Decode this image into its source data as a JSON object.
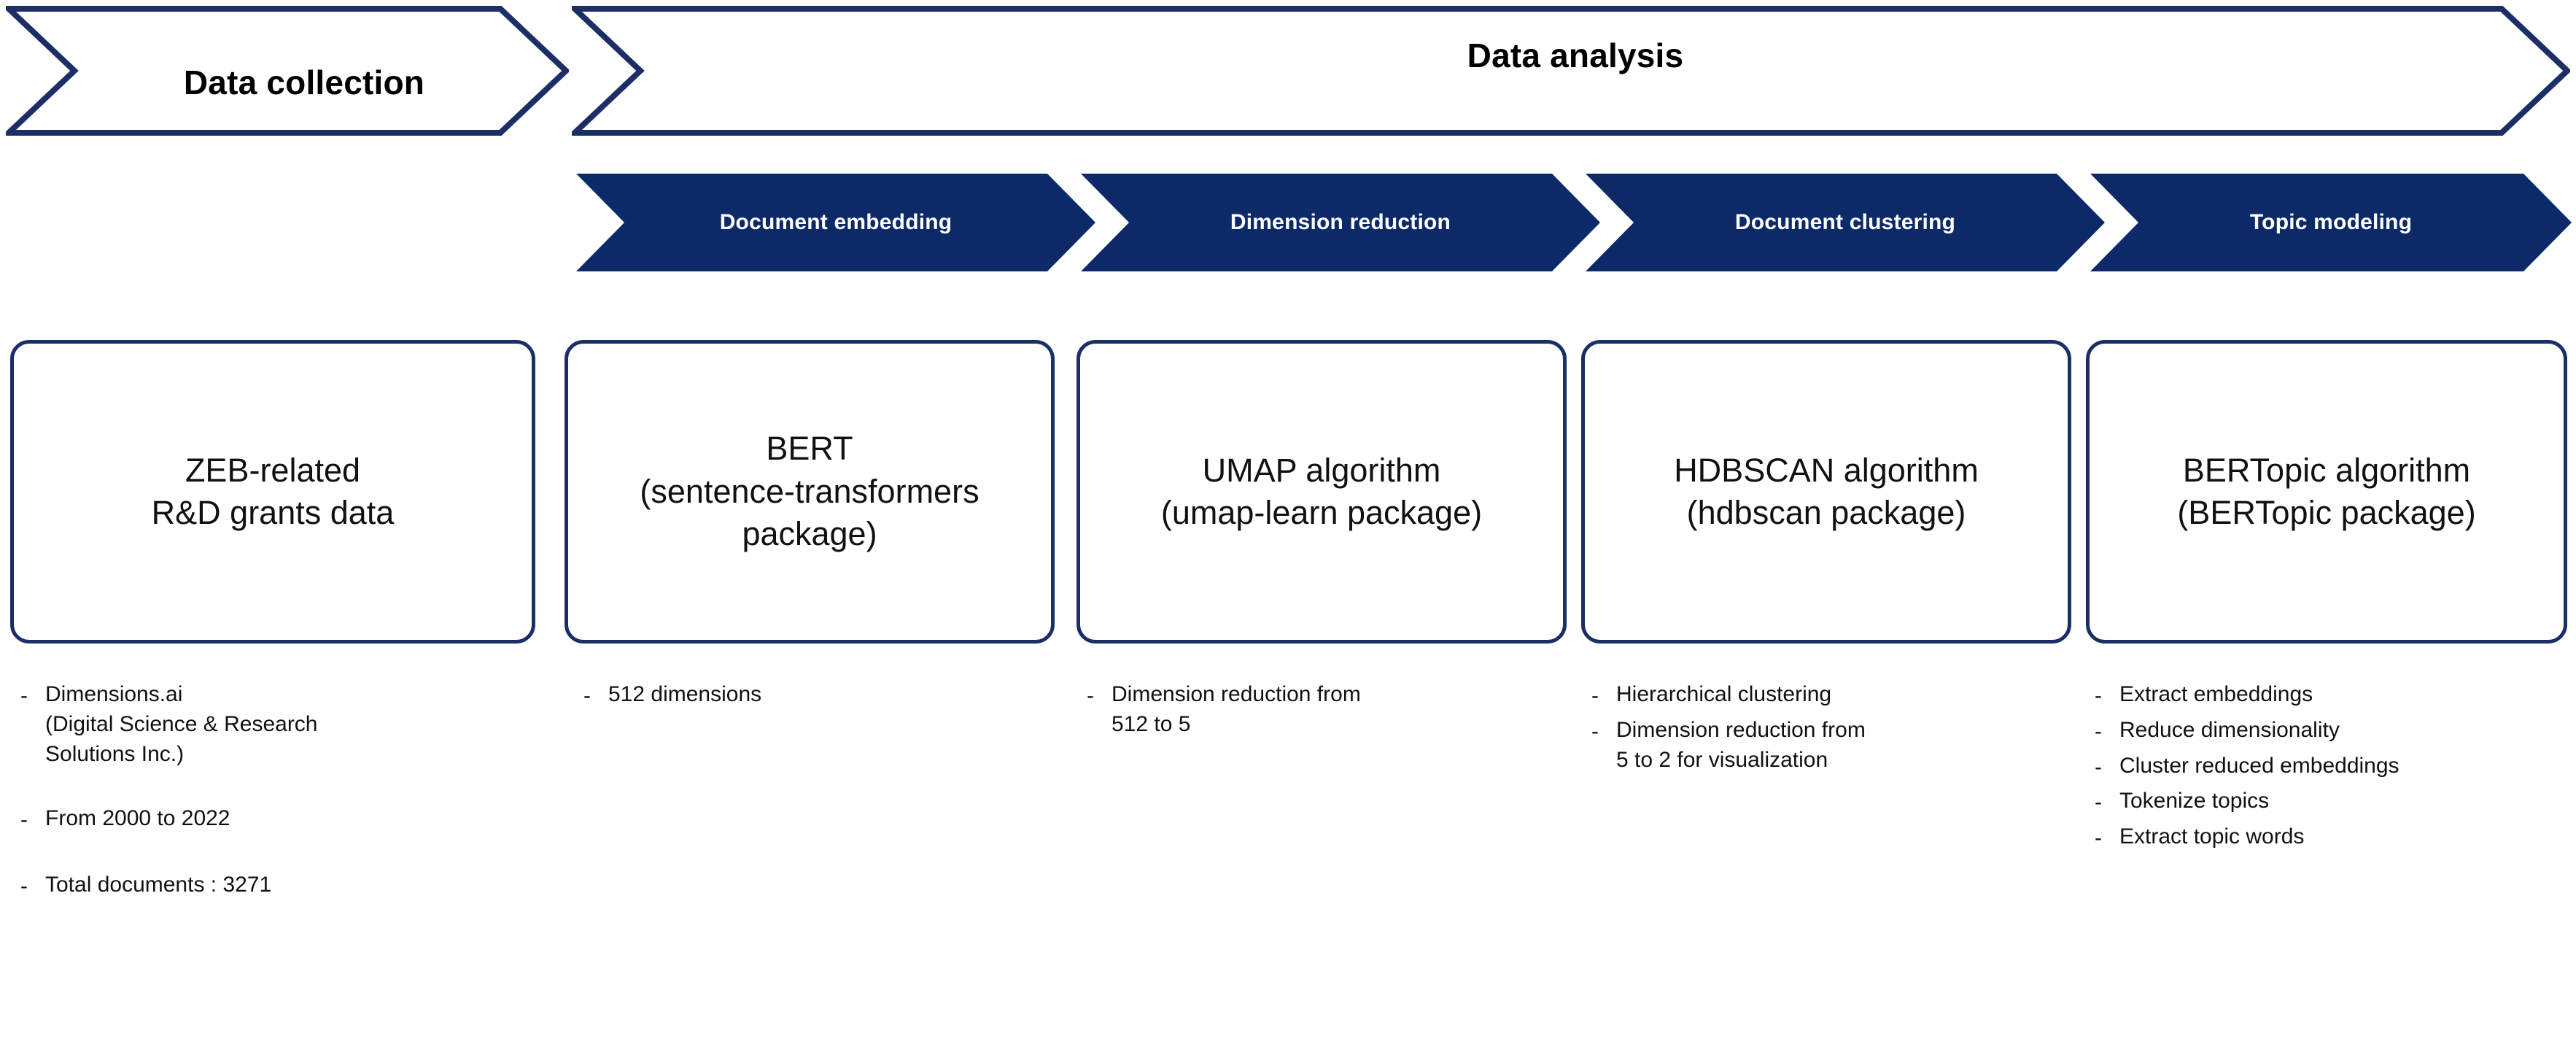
{
  "colors": {
    "navy_fill": "#0d2a68",
    "navy_outline": "#1b2f66",
    "text": "#111111",
    "white": "#ffffff"
  },
  "phases": [
    {
      "label": "Data collection"
    },
    {
      "label": "Data analysis"
    }
  ],
  "steps": [
    {
      "label": "Document embedding"
    },
    {
      "label": "Dimension reduction"
    },
    {
      "label": "Document clustering"
    },
    {
      "label": "Topic modeling"
    }
  ],
  "boxes": [
    {
      "lines": [
        "ZEB-related",
        "R&D grants data"
      ]
    },
    {
      "lines": [
        "BERT",
        "(sentence-transformers",
        "package)"
      ]
    },
    {
      "lines": [
        "UMAP algorithm",
        "(umap-learn  package)"
      ]
    },
    {
      "lines": [
        "HDBSCAN algorithm",
        "(hdbscan package)"
      ]
    },
    {
      "lines": [
        "BERTopic algorithm",
        "(BERTopic  package)"
      ]
    }
  ],
  "bullets": [
    {
      "marker": "-",
      "items": [
        "Dimensions.ai\n(Digital Science & Research\nSolutions Inc.)",
        "From  2000 to 2022",
        "Total documents : 3271"
      ]
    },
    {
      "marker": "-",
      "items": [
        "512 dimensions"
      ]
    },
    {
      "marker": "-",
      "items": [
        "Dimension reduction from\n512 to 5"
      ]
    },
    {
      "marker": "-",
      "items": [
        "Hierarchical clustering",
        "Dimension reduction from\n5 to 2 for visualization"
      ]
    },
    {
      "marker": "-",
      "items": [
        "Extract embeddings",
        "Reduce dimensionality",
        "Cluster reduced embeddings",
        "Tokenize topics",
        "Extract topic words"
      ]
    }
  ]
}
